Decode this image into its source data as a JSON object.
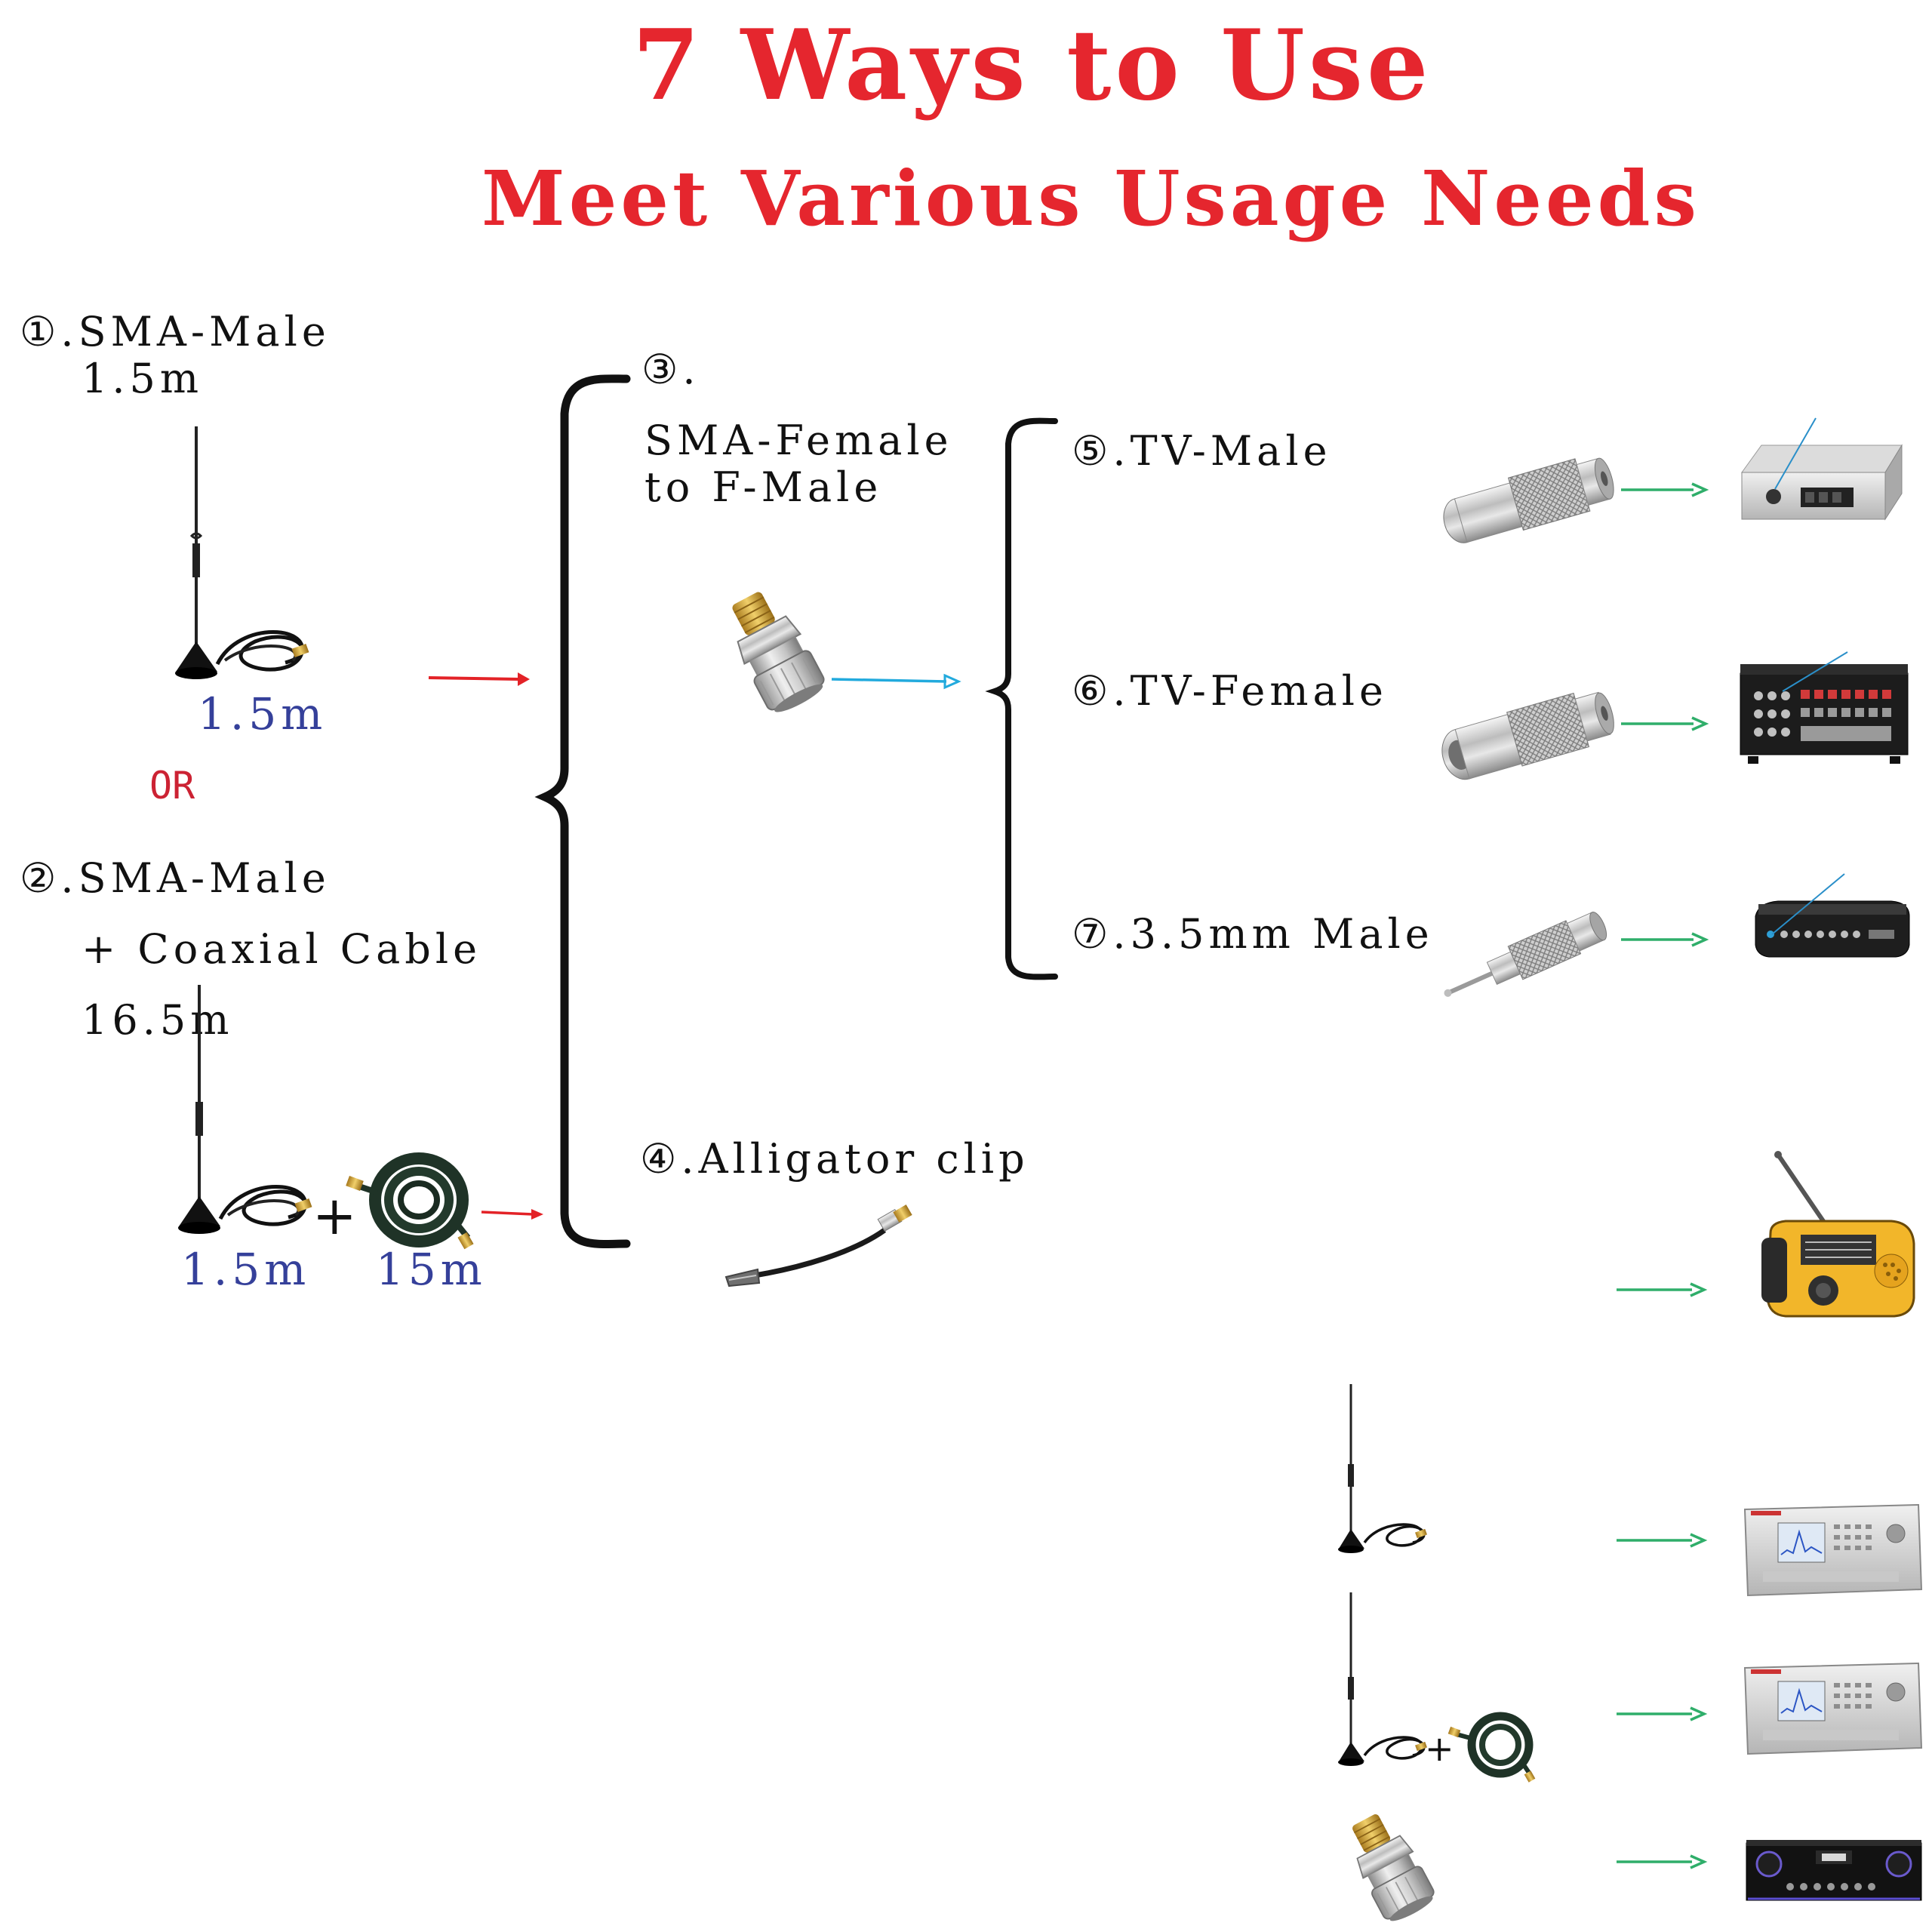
{
  "title": "7 Ways to Use",
  "subtitle": "Meet Various Usage Needs",
  "colors": {
    "title_red": "#e5262e",
    "length_blue": "#35409a",
    "or_red": "#cc2233",
    "arrow_red": "#e32227",
    "arrow_blue": "#22aadd",
    "arrow_green": "#2fae6a"
  },
  "left": {
    "item1_line1": "①.SMA-Male",
    "item1_line2": "1.5m",
    "item1_cable_length": "1.5m",
    "or": "OR",
    "item2_line1": "②.SMA-Male",
    "item2_line2": "+ Coaxial Cable",
    "item2_line3": "16.5m",
    "item2_cable_length": "1.5m",
    "plus": "+",
    "item2_extension_length": "15m"
  },
  "middle": {
    "item3_line1": "③.",
    "item3_line2": "SMA-Female",
    "item3_line3": "to F-Male",
    "item4": "④.Alligator clip"
  },
  "right": {
    "item5": "⑤.TV-Male",
    "item6": "⑥.TV-Female",
    "item7": "⑦.3.5mm Male"
  },
  "icons": {
    "antenna": "magnetic-antenna-icon",
    "cable": "coaxial-cable-icon",
    "sma_adapter": "sma-to-f-adapter-icon",
    "alligator_clip": "alligator-clip-icon",
    "tv_male": "tv-male-adapter-icon",
    "tv_female": "tv-female-adapter-icon",
    "jack_35mm": "3-5mm-jack-adapter-icon",
    "tv_box": "tv-box-icon",
    "av_receiver": "av-receiver-icon",
    "media_player": "media-player-icon",
    "radio": "emergency-radio-icon",
    "spectrum_analyzer": "spectrum-analyzer-icon",
    "amplifier": "amplifier-icon"
  }
}
